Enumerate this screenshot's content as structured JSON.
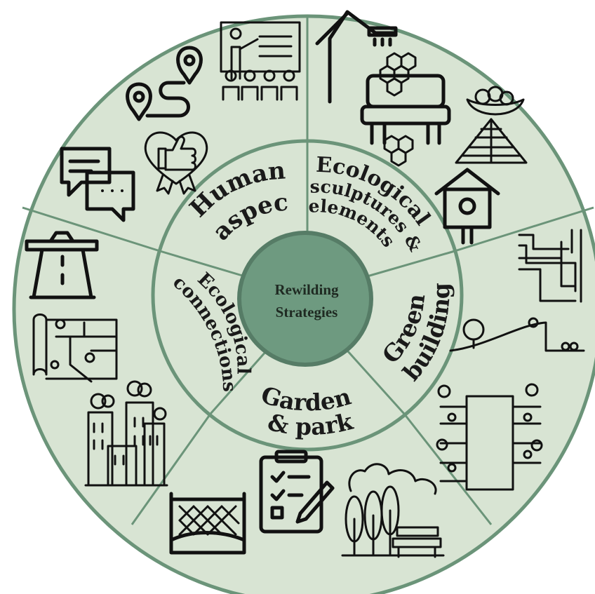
{
  "center": {
    "line1": "Rewilding",
    "line2": "Strategies"
  },
  "segments": {
    "human": {
      "line1": "Human",
      "line2": "aspects"
    },
    "sculptures": {
      "line1": "Ecological",
      "line2": "sculptures &",
      "line3": "elements"
    },
    "buildings": {
      "line1": "Green",
      "line2": "buildings"
    },
    "gardens": {
      "line1": "Gardens",
      "line2": "& parks"
    },
    "connections": {
      "line1": "Ecological",
      "line2": "connections"
    }
  },
  "colors": {
    "disc_fill": "#d8e4d3",
    "ring_stroke": "#6b9479",
    "center_fill": "#6e9a80",
    "center_stroke": "#567c66"
  },
  "icons": {
    "human": [
      "map-route-icon",
      "presentation-audience-icon",
      "chat-bubbles-icon",
      "heart-thumbs-up-icon"
    ],
    "sculptures": [
      "street-lamp-icon",
      "bee-hotel-bench-icon",
      "bird-nest-roof-icon",
      "birdhouse-icon"
    ],
    "buildings": [
      "green-roof-pipes-icon",
      "green-hill-roof-icon",
      "vertical-garden-facade-icon"
    ],
    "gardens": [
      "fenced-meadow-icon",
      "checklist-clipboard-icon",
      "park-trees-bench-icon"
    ],
    "connections": [
      "overpass-bridge-icon",
      "city-map-icon",
      "green-skyscrapers-icon"
    ]
  }
}
